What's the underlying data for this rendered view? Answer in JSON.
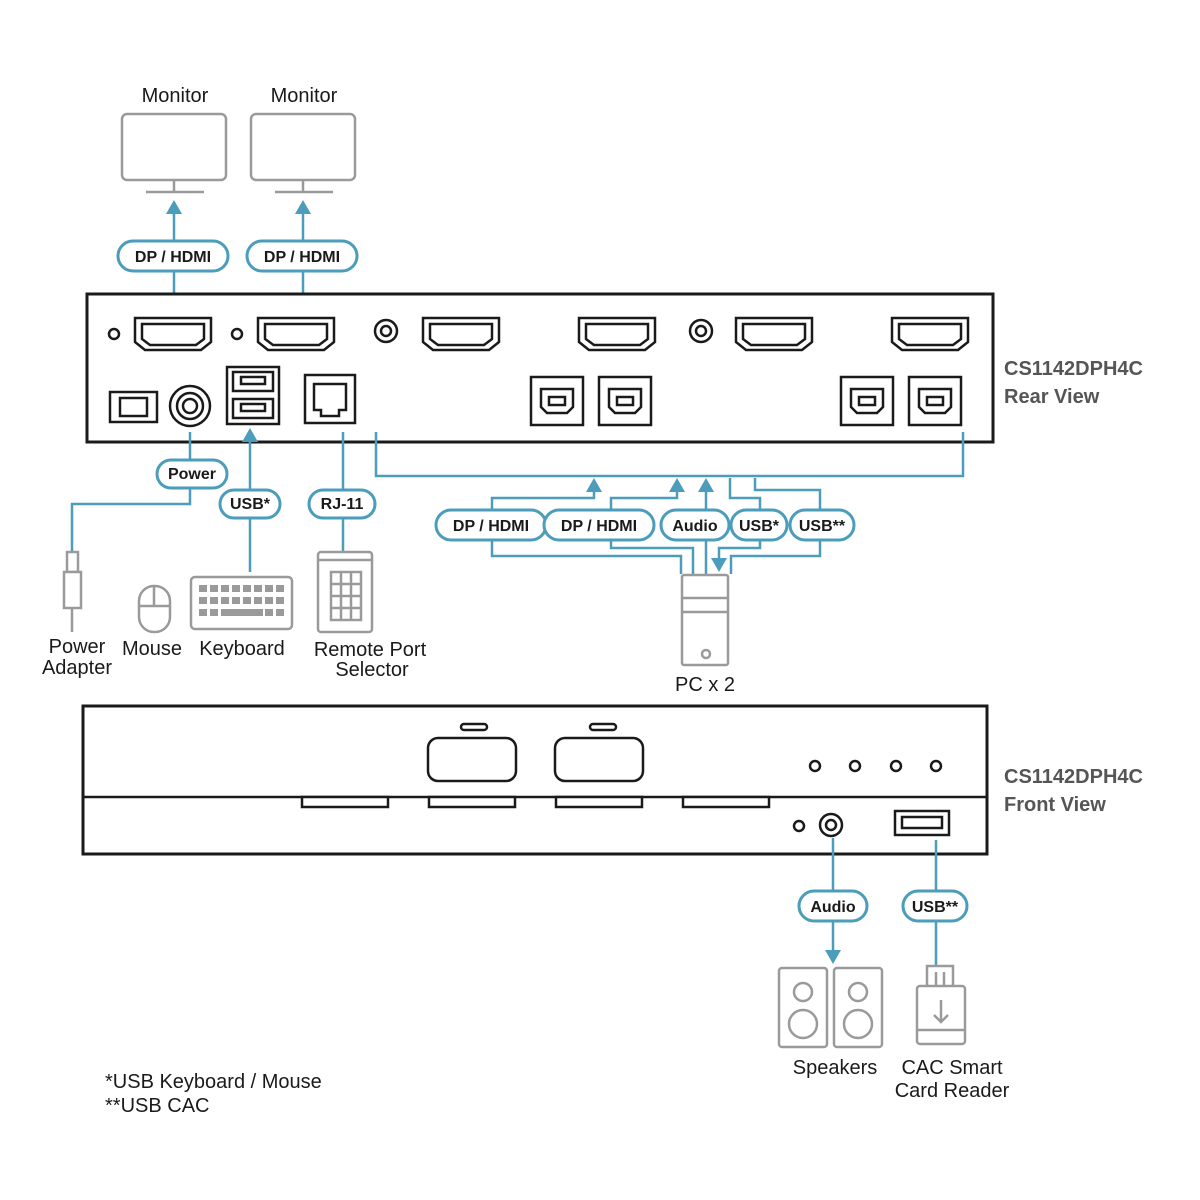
{
  "colors": {
    "connector": "#4b9dbb",
    "device": "#9a9a9a",
    "unit": "#1a1a1a",
    "model_text": "#555555"
  },
  "monitors": [
    "Monitor",
    "Monitor"
  ],
  "rear": {
    "title_line1": "CS1142DPH4C",
    "title_line2": "Rear View",
    "badges": {
      "monitor1": "DP / HDMI",
      "monitor2": "DP / HDMI",
      "power": "Power",
      "usb_kbm": "USB*",
      "rj11": "RJ-11",
      "pc_video1": "DP / HDMI",
      "pc_video2": "DP / HDMI",
      "pc_audio": "Audio",
      "pc_usb": "USB*",
      "pc_usbcac": "USB**"
    }
  },
  "devices": {
    "power_adapter_line1": "Power",
    "power_adapter_line2": "Adapter",
    "mouse": "Mouse",
    "keyboard": "Keyboard",
    "remote_line1": "Remote Port",
    "remote_line2": "Selector",
    "pc": "PC x 2"
  },
  "front": {
    "title_line1": "CS1142DPH4C",
    "title_line2": "Front View",
    "badges": {
      "audio": "Audio",
      "usb": "USB**"
    },
    "speakers": "Speakers",
    "cac_line1": "CAC Smart",
    "cac_line2": "Card Reader"
  },
  "footnotes": {
    "note1": "*USB Keyboard / Mouse",
    "note2": "**USB CAC"
  }
}
